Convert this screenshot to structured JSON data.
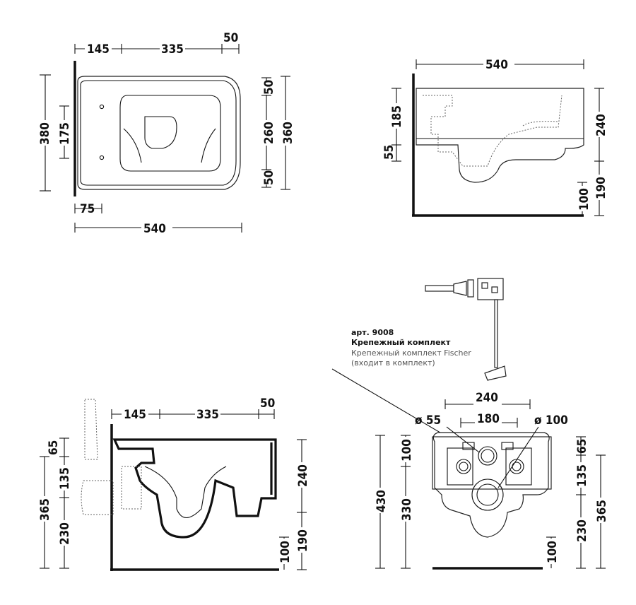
{
  "top_view": {
    "d_145": "145",
    "d_335": "335",
    "d_50_top": "50",
    "d_380": "380",
    "d_175": "175",
    "d_50_a": "50",
    "d_260": "260",
    "d_360": "360",
    "d_50_b": "50",
    "d_75": "75",
    "d_540": "540"
  },
  "side_view_top": {
    "d_540": "540",
    "d_185": "185",
    "d_55": "55",
    "d_240": "240",
    "d_100": "100",
    "d_190": "190"
  },
  "section_view": {
    "d_145": "145",
    "d_335": "335",
    "d_50": "50",
    "d_65": "65",
    "d_135": "135",
    "d_365": "365",
    "d_230": "230",
    "d_240": "240",
    "d_100": "100",
    "d_190": "190"
  },
  "rear_view": {
    "d_240": "240",
    "d_180": "180",
    "d_o55": "ø 55",
    "d_o100": "ø 100",
    "d_100": "100",
    "d_430": "430",
    "d_330": "330",
    "d_65": "65",
    "d_135": "135",
    "d_365": "365",
    "d_230": "230",
    "d_100b": "100"
  },
  "fixing_note": {
    "article": "арт. 9008",
    "title": "Крепежный комплект",
    "line1": "Крепежный комплект Fischer",
    "line2": "(входит в комплект)"
  }
}
